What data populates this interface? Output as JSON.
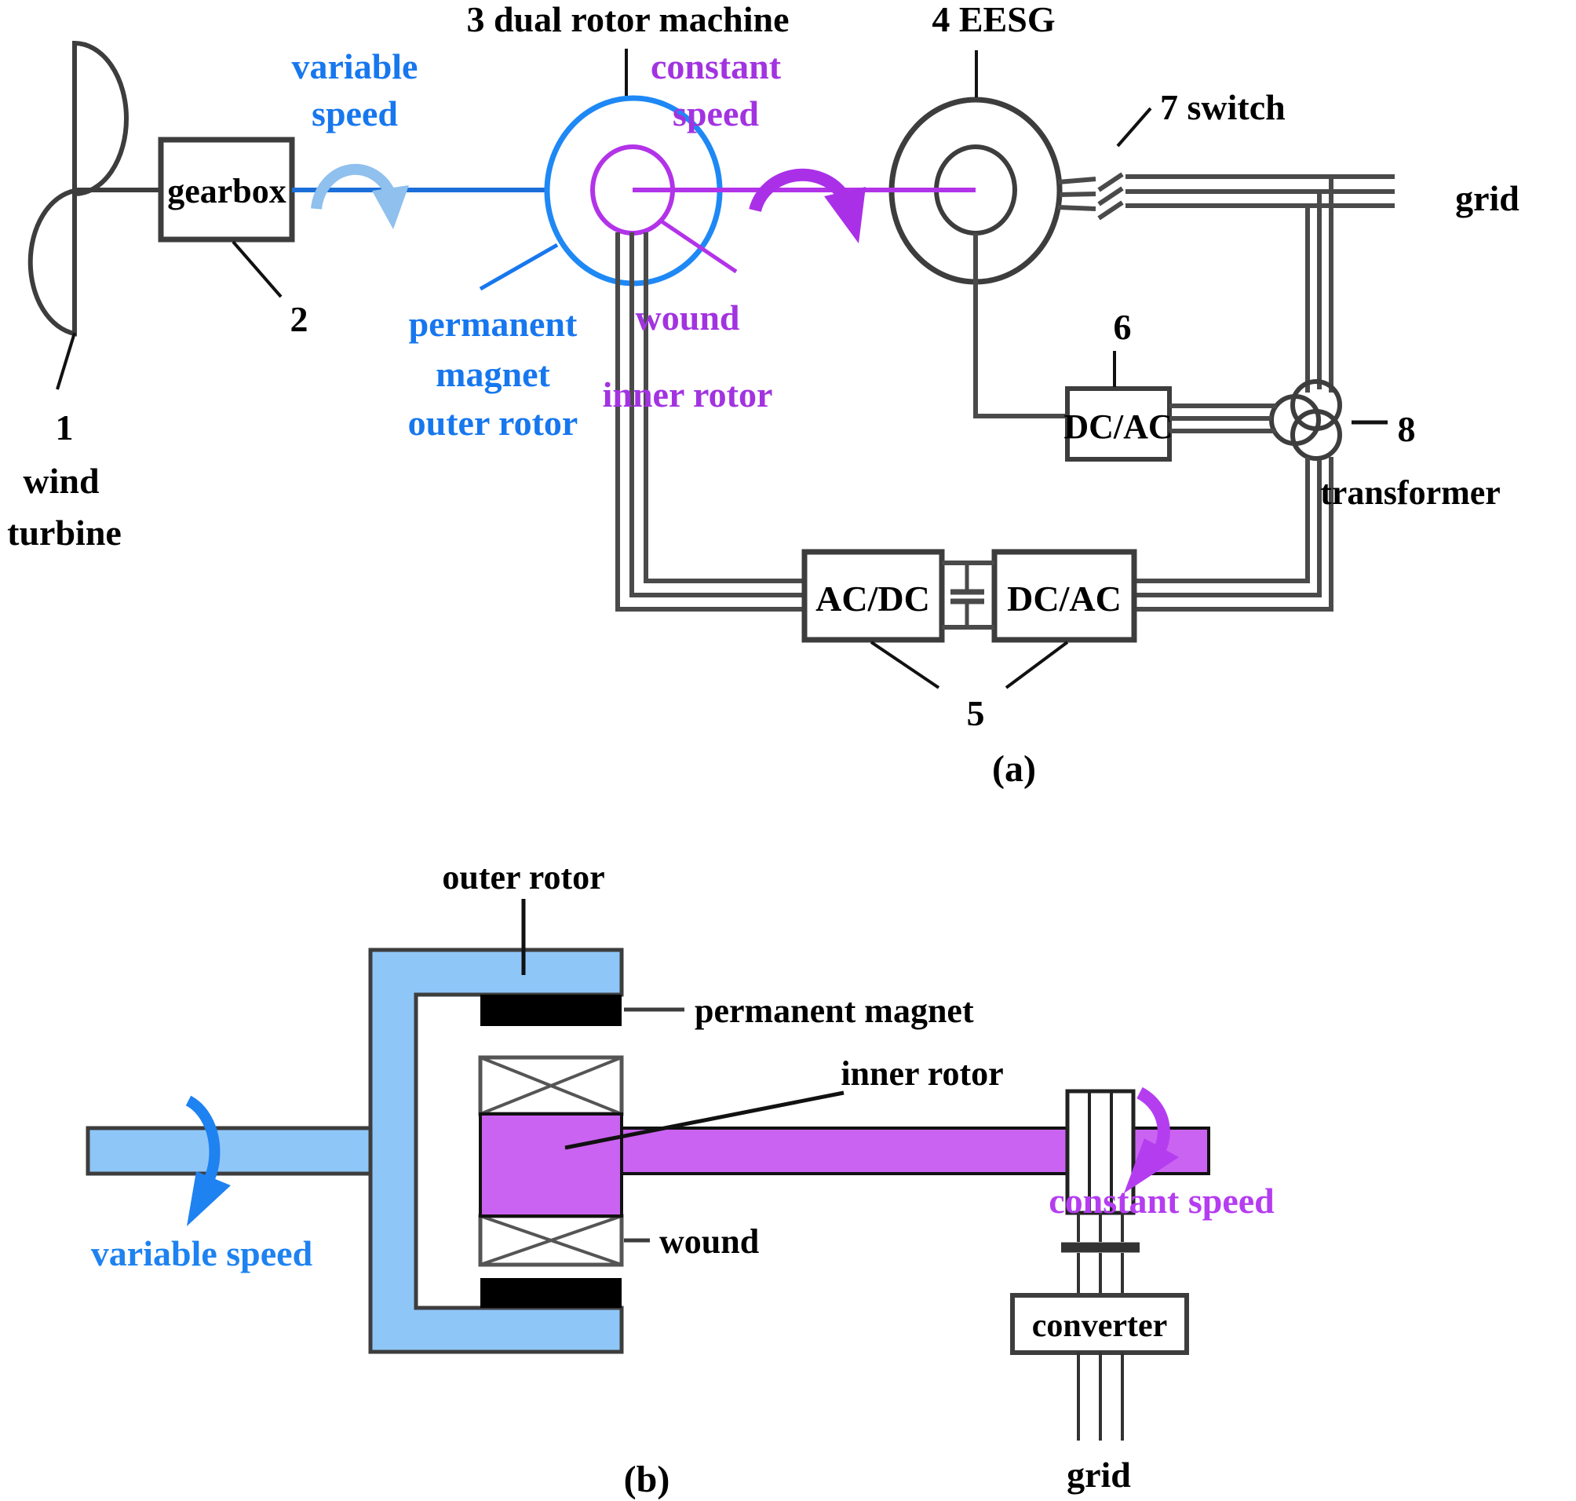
{
  "colors": {
    "blue_text": "#1777ee",
    "blue_machine_stroke": "#1e88f5",
    "blue_shaft": "#1c6fd9",
    "light_blue_arrow": "#8fc0ee",
    "light_blue_fill": "#8fc6f8",
    "purple_text": "#a233e0",
    "purple_machine_stroke": "#b233e8",
    "purple_arrow": "#aa30e8",
    "purple_fill_b": "#cb63f2",
    "purple_text_b": "#b53df0",
    "blue_text_b": "#1e82f0",
    "line_dark": "#3d3d3d",
    "magnet_black": "#000000"
  },
  "a": {
    "caption": "(a)",
    "title_machine": "3  dual rotor machine",
    "title_eesg": "4  EESG",
    "variable_speed": [
      "variable",
      "speed"
    ],
    "constant_speed": [
      "constant",
      "speed"
    ],
    "wind_turbine": {
      "num": "1",
      "line1": "wind",
      "line2": "turbine"
    },
    "gearbox": {
      "label": "gearbox",
      "num": "2"
    },
    "pm_outer": [
      "permanent",
      "magnet",
      "outer rotor"
    ],
    "wound_inner": [
      "wound",
      "inner rotor"
    ],
    "switch_label": "7  switch",
    "grid": "grid",
    "inverter6": {
      "label": "DC/AC",
      "num": "6"
    },
    "transformer": {
      "num": "8",
      "label": "transformer"
    },
    "converter5": {
      "acdc": "AC/DC",
      "dcac": "DC/AC",
      "num": "5"
    }
  },
  "b": {
    "caption": "(b)",
    "outer_rotor": "outer rotor",
    "permanent_magnet": "permanent magnet",
    "inner_rotor": "inner rotor",
    "wound": "wound",
    "converter": "converter",
    "grid": "grid",
    "variable_speed": "variable speed",
    "constant_speed": "constant speed"
  }
}
